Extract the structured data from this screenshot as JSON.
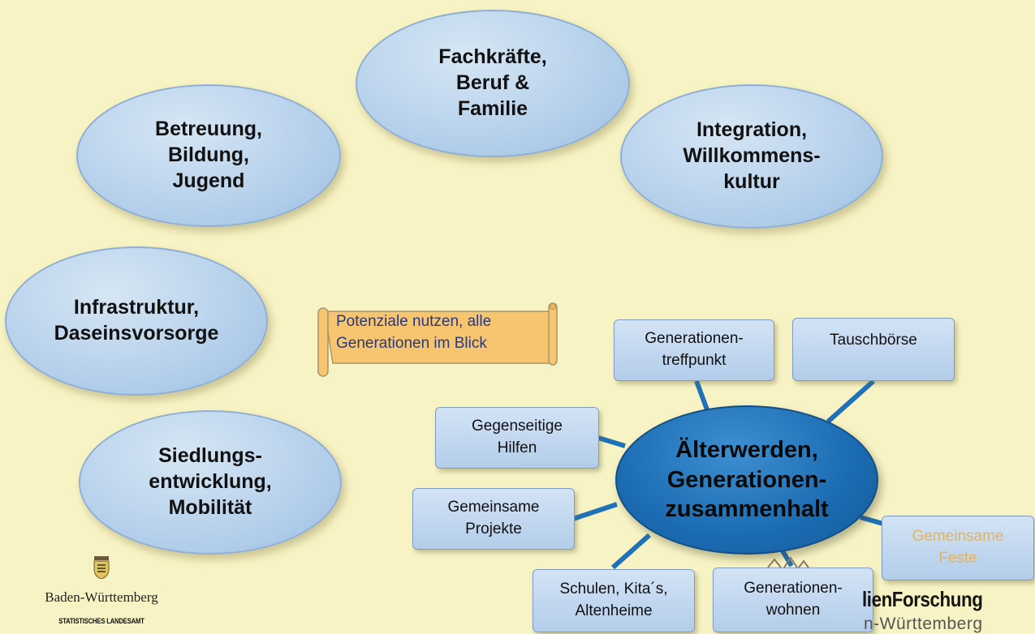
{
  "ellipses": {
    "fachkraefte": "Fachkräfte,\nBeruf &\nFamilie",
    "betreuung": "Betreuung,\nBildung,\nJugend",
    "integration": "Integration,\nWillkommens-\nkultur",
    "infrastruktur": "Infrastruktur,\nDaseinsvorsorge",
    "siedlung": "Siedlungs-\nentwicklung,\nMobilität"
  },
  "center": "Älterwerden,\nGenerationen-\nzusammenhalt",
  "scroll_note": "Potenziale nutzen, alle\nGenerationen im Blick",
  "boxes": {
    "treffpunkt": "Generationen-\ntreffpunkt",
    "tauschboerse": "Tauschbörse",
    "hilfen": "Gegenseitige\nHilfen",
    "projekte": "Gemeinsame\nProjekte",
    "feste": "Gemeinsame\nFeste",
    "schulen": "Schulen, Kita´s,\nAltenheime",
    "wohnen": "Generationen-\nwohnen"
  },
  "logos": {
    "left_name": "Baden-Württemberg",
    "left_sub": "STATISTISCHES LANDESAMT",
    "right_line1": "lienForschung",
    "right_line2": "n-Württemberg"
  },
  "colors": {
    "background": "#f8f3c4",
    "ellipse": "#b8d2ec",
    "center": "#1b6bb2",
    "scroll": "#f7c56f",
    "connector": "#1f72b8"
  }
}
